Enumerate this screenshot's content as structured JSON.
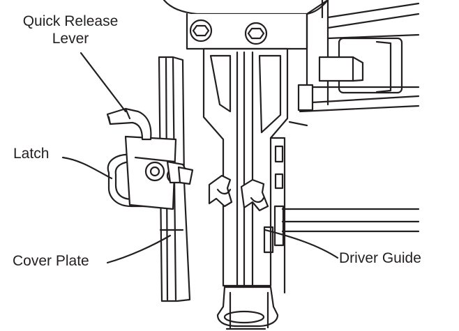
{
  "labels": {
    "quick_release_line1": "Quick Release",
    "quick_release_line2": "Lever",
    "latch": "Latch",
    "cover_plate": "Cover Plate",
    "driver_guide": "Driver Guide"
  },
  "colors": {
    "line": "#231f20",
    "fill": "#ffffff",
    "shade": "#e6e6e6"
  }
}
